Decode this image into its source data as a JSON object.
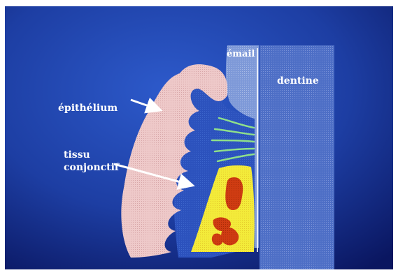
{
  "labels": {
    "email": "émail",
    "dentine": "dentine",
    "epithelium": "épithélium",
    "tissu_line1": "tissu",
    "tissu_line2": "conjonctif"
  },
  "colors": {
    "background_light": "#2a56c4",
    "background_dark": "#0a1660",
    "enamel": "#7d98d6",
    "dentine": "#4f70c8",
    "epithelium": "#ecc6c6",
    "fibers": "#8fe08a",
    "bone_outer": "#f2ea36",
    "marrow": "#cc3a10",
    "label_text": "#ffffff"
  },
  "icons": {
    "arrow_epithelium": "arrow-right-icon",
    "arrow_tissue": "arrow-right-icon"
  }
}
